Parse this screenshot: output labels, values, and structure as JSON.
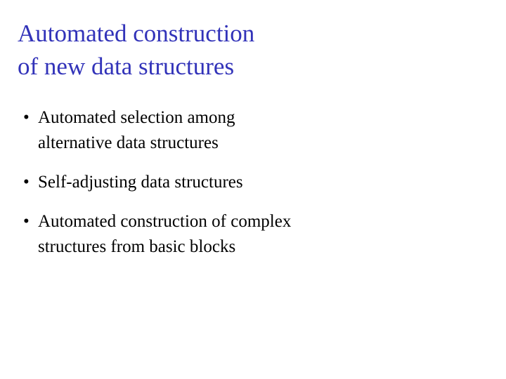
{
  "slide": {
    "background_color": "#ffffff",
    "title": {
      "color": "#3233b9",
      "lines": [
        "Automated construction",
        "of new data structures"
      ]
    },
    "body": {
      "color": "#000000",
      "bullet_glyph": "•",
      "bullets": [
        {
          "text": "Automated selection among alternative data structures",
          "lines": [
            "Automated selection among",
            "alternative data structures"
          ]
        },
        {
          "text": "Self-adjusting data structures",
          "lines": [
            "Self-adjusting data structures"
          ]
        },
        {
          "text": "Automated construction of complex structures from basic blocks",
          "lines": [
            "Automated construction of complex",
            "structures from basic blocks"
          ]
        }
      ]
    }
  }
}
